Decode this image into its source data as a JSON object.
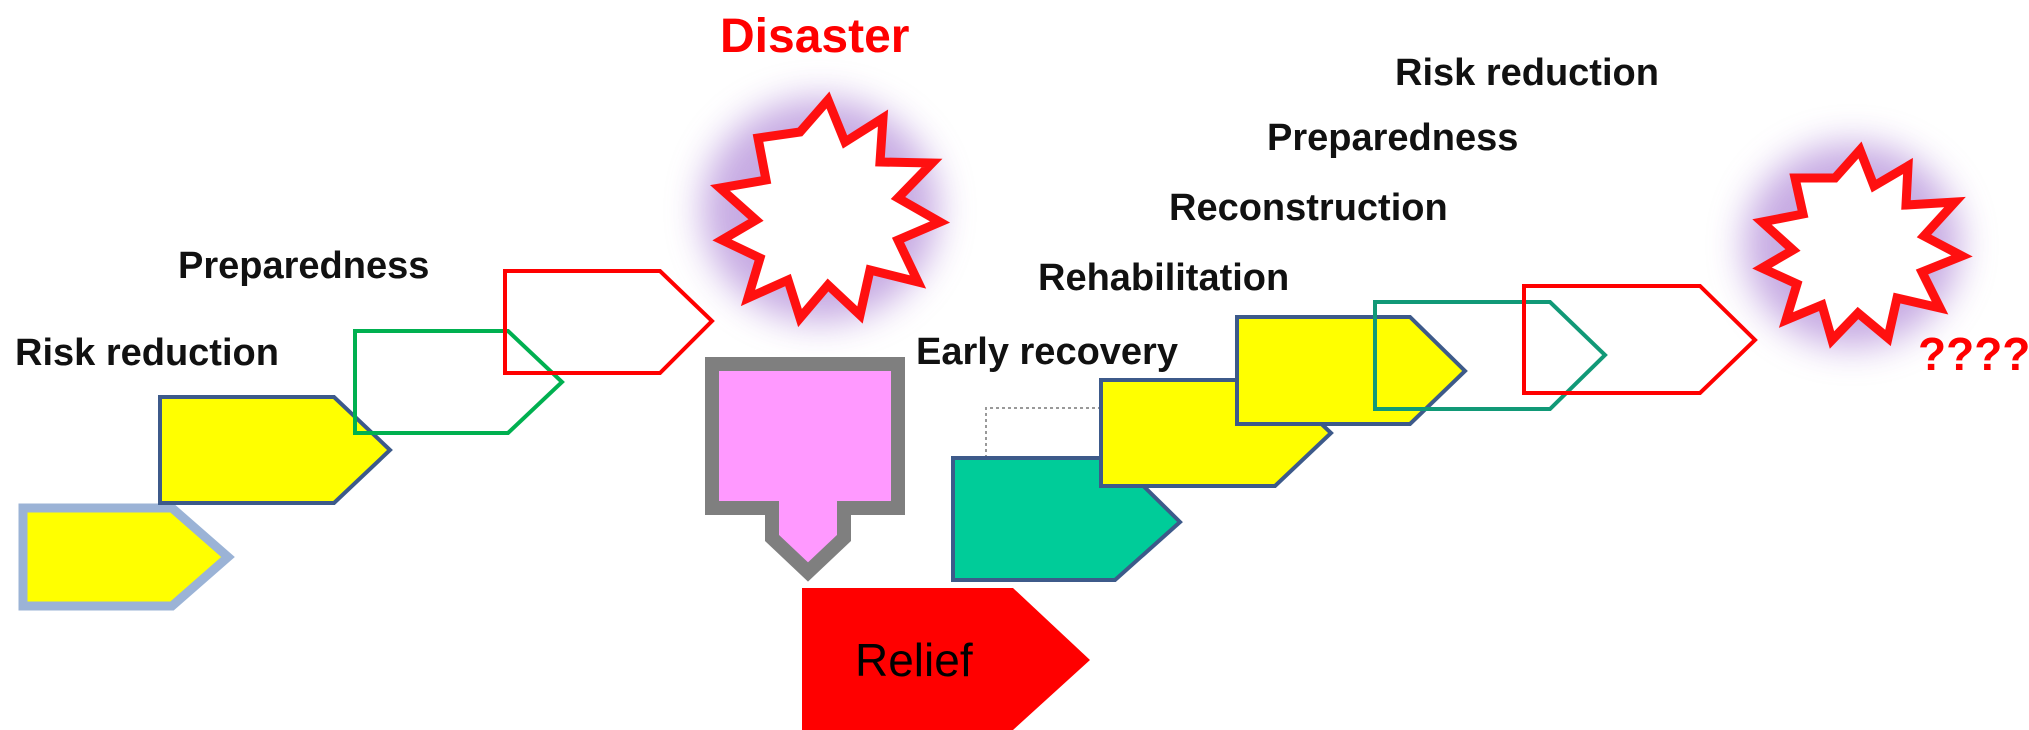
{
  "labels": {
    "disaster": "Disaster",
    "pre_risk_reduction": "Risk reduction",
    "pre_preparedness": "Preparedness",
    "relief": "Relief",
    "early_recovery": "Early recovery",
    "rehabilitation": "Rehabilitation",
    "reconstruction": "Reconstruction",
    "post_preparedness": "Preparedness",
    "post_risk_reduction": "Risk reduction",
    "unknown": "????"
  },
  "colors": {
    "disaster_red": "#ff0000",
    "yellow": "#ffff00",
    "teal": "#00cc99",
    "pink": "#ff99ff",
    "gray": "#7f7f7f",
    "outline_blue": "#3d5a8a",
    "outline_light_blue": "#9bb3d6",
    "green": "#00b050",
    "teal_outline": "#119977",
    "glow": "#9966cc"
  }
}
